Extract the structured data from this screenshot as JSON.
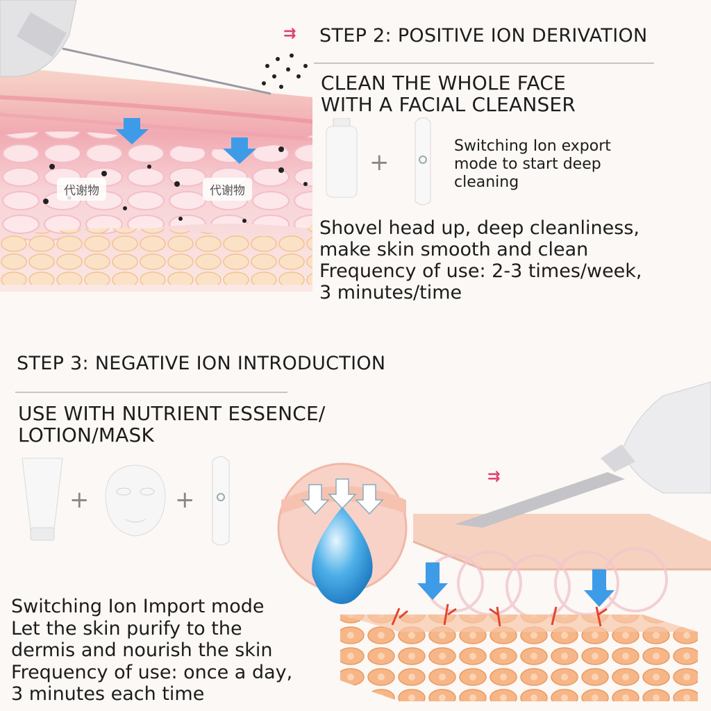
{
  "step2": {
    "heading": "STEP 2: POSITIVE ION DERIVATION",
    "subheading_line1": "CLEAN THE WHOLE FACE",
    "subheading_line2": "WITH A FACIAL CLEANSER",
    "mode_text_line1": "Switching Ion export",
    "mode_text_line2": "mode to start deep",
    "mode_text_line3": "cleaning",
    "desc_line1": "Shovel head up, deep cleanliness,",
    "desc_line2": "make skin smooth and clean",
    "desc_line3": "Frequency of use: 2-3 times/week,",
    "desc_line4": "3 minutes/time",
    "skin_label_1": "代谢物",
    "skin_label_2": "代谢物",
    "plus": "+"
  },
  "step3": {
    "heading": "STEP 3: NEGATIVE ION INTRODUCTION",
    "subheading_line1": "USE WITH NUTRIENT ESSENCE/",
    "subheading_line2": "LOTION/MASK",
    "desc_line1": "Switching Ion Import mode",
    "desc_line2": "Let the skin purify to the",
    "desc_line3": "dermis and nourish the skin",
    "desc_line4": "Frequency of use: once a day,",
    "desc_line5": "3 minutes each time",
    "plus": "+"
  },
  "icons": {
    "direction_arrow": "⇉"
  },
  "colors": {
    "accent_pink": "#e0407a",
    "arrow_blue": "#3d9be8",
    "skin_pink": "#f2b5bd",
    "cell_orange": "#f6b98a"
  }
}
